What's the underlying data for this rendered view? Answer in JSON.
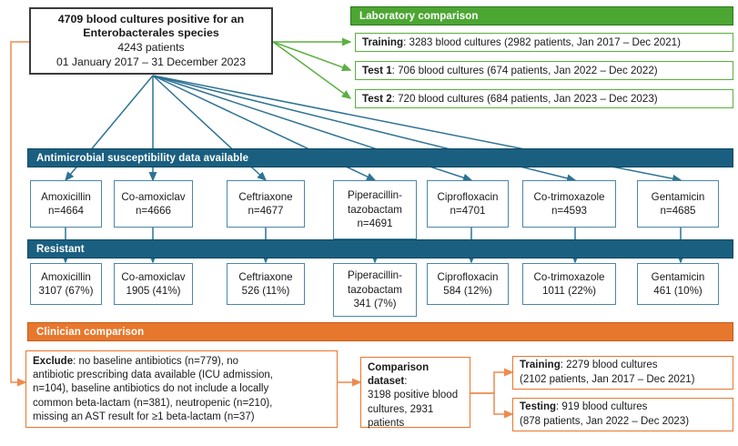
{
  "colors": {
    "blue_header": "#1a5f80",
    "blue_border": "#4b87a8",
    "green_header": "#4ca632",
    "green_border": "#59b13c",
    "orange_header": "#e8772e",
    "orange_border": "#e8772e",
    "black_border": "#3c3c3c",
    "connector_blue": "#2e7394",
    "connector_green": "#5cb042",
    "connector_orange": "#ef8a4e"
  },
  "top_box": {
    "line1": "4709 blood cultures positive for an",
    "line2": "Enterobacterales species",
    "line3": "4243 patients",
    "line4": "01 January 2017 – 31 December 2023"
  },
  "laboratory": {
    "header": "Laboratory comparison",
    "rows": [
      {
        "label": "Training",
        "text": ": 3283 blood cultures (2982 patients, Jan 2017 – Dec 2021)"
      },
      {
        "label": "Test 1",
        "text": ": 706 blood cultures (674 patients, Jan 2022 – Dec 2022)"
      },
      {
        "label": "Test 2",
        "text": ": 720 blood cultures (684 patients, Jan 2023 – Dec 2023)"
      }
    ]
  },
  "susceptibility": {
    "header": "Antimicrobial susceptibility data available",
    "items": [
      {
        "name": "Amoxicillin",
        "value": "n=4664"
      },
      {
        "name": "Co-amoxiclav",
        "value": "n=4666"
      },
      {
        "name": "Ceftriaxone",
        "value": "n=4677"
      },
      {
        "name": "Piperacillin-",
        "name2": "tazobactam",
        "value": "n=4691"
      },
      {
        "name": "Ciprofloxacin",
        "value": "n=4701"
      },
      {
        "name": "Co-trimoxazole",
        "value": "n=4593"
      },
      {
        "name": "Gentamicin",
        "value": "n=4685"
      }
    ]
  },
  "resistant": {
    "header": "Resistant",
    "items": [
      {
        "name": "Amoxicillin",
        "value": "3107 (67%)"
      },
      {
        "name": "Co-amoxiclav",
        "value": "1905 (41%)"
      },
      {
        "name": "Ceftriaxone",
        "value": "526 (11%)"
      },
      {
        "name": "Piperacillin-",
        "name2": "tazobactam",
        "value": "341 (7%)"
      },
      {
        "name": "Ciprofloxacin",
        "value": "584 (12%)"
      },
      {
        "name": "Co-trimoxazole",
        "value": "1011 (22%)"
      },
      {
        "name": "Gentamicin",
        "value": "461 (10%)"
      }
    ]
  },
  "clinician": {
    "header": "Clinician comparison",
    "exclude": {
      "label": "Exclude",
      "l1": ": no baseline antibiotics (n=779), no",
      "l2": "antibiotic prescribing data available (ICU admission,",
      "l3": "n=104), baseline antibiotics do not include a locally",
      "l4": "common beta-lactam (n=381), neutropenic (n=210),",
      "l5": "missing an AST result for ≥1 beta-lactam (n=37)"
    },
    "dataset": {
      "label": "Comparison dataset",
      "l1": ":",
      "l2": "3198 positive blood",
      "l3": "cultures, 2931",
      "l4": "patients"
    },
    "splits": [
      {
        "label": "Training",
        "l1": ": 2279 blood cultures",
        "l2": "(2102 patients, Jan 2017 – Dec 2021)"
      },
      {
        "label": "Testing",
        "l1": ": 919 blood cultures",
        "l2": "(878 patients, Jan 2022 – Dec 2023)"
      }
    ]
  }
}
